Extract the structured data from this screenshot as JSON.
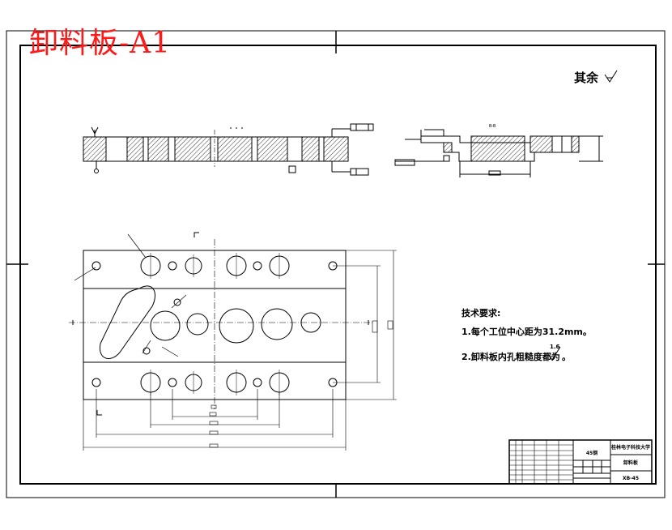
{
  "drawing": {
    "title": "卸料板-A1",
    "roughness_note": "其余",
    "section_label": "B-B",
    "tech_requirements": {
      "heading": "技术要求:",
      "item1": "1.每个工位中心距为31.2mm。",
      "item2": "2.卸料板内孔粗糙度都为",
      "item2_value": "1.6",
      "item2_end": "。"
    },
    "title_block": {
      "material": "45钢",
      "school": "桂林电子科技大学",
      "part_name": "卸料板",
      "drawing_number": "XB-45"
    }
  },
  "colors": {
    "title_red": "#ff1a1a",
    "line": "#000000"
  }
}
